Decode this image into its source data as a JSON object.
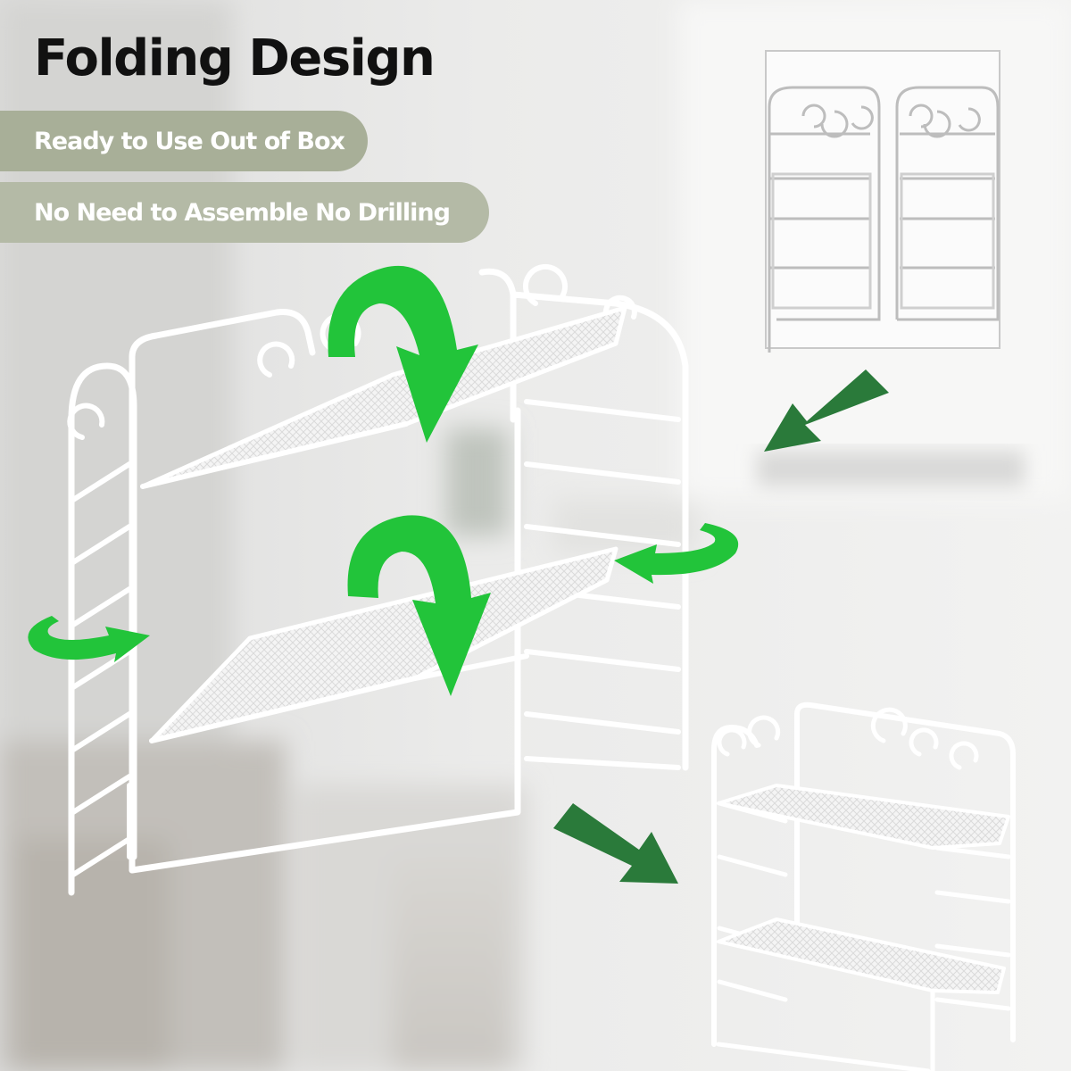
{
  "headline": "Folding Design",
  "features": [
    "Ready to Use Out of Box",
    "No Need to Assemble  No Drilling"
  ],
  "colors": {
    "pill_primary": "#a8af98",
    "pill_secondary": "#b4baa6",
    "curved_arrow": "#22c43a",
    "straight_arrow": "#2a7a3a",
    "shelf_wire": "#ffffff"
  },
  "icons": [
    "curved-arrow-icon",
    "straight-arrow-icon",
    "rotate-arrow-icon"
  ]
}
